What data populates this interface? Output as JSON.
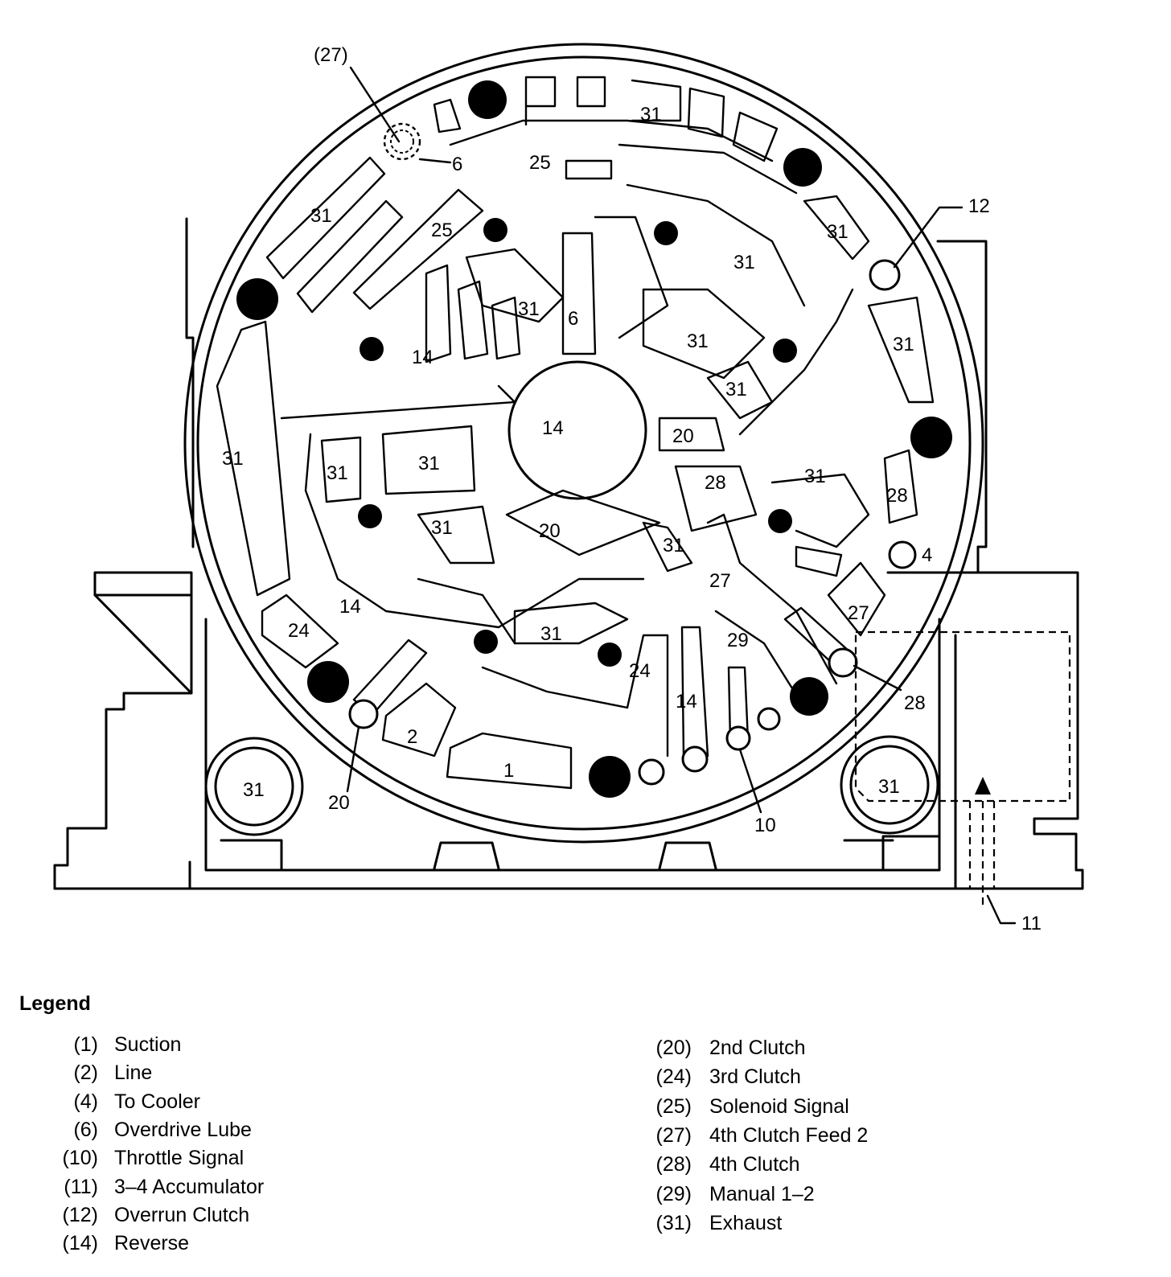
{
  "diagram": {
    "callouts": [
      "(27)",
      "12",
      "4",
      "11",
      "28",
      "10",
      "20"
    ],
    "channel_labels": {
      "c31": "31",
      "c25": "25",
      "c6": "6",
      "c14": "14",
      "c20": "20",
      "c28": "28",
      "c27": "27",
      "c24": "24",
      "c29": "29",
      "c2": "2",
      "c1": "1"
    }
  },
  "legend": {
    "title": "Legend",
    "left": [
      {
        "num": "(1)",
        "desc": "Suction"
      },
      {
        "num": "(2)",
        "desc": "Line"
      },
      {
        "num": "(4)",
        "desc": "To Cooler"
      },
      {
        "num": "(6)",
        "desc": "Overdrive Lube"
      },
      {
        "num": "(10)",
        "desc": "Throttle Signal"
      },
      {
        "num": "(11)",
        "desc": "3–4 Accumulator"
      },
      {
        "num": "(12)",
        "desc": "Overrun Clutch"
      },
      {
        "num": "(14)",
        "desc": "Reverse"
      }
    ],
    "right": [
      {
        "num": "(20)",
        "desc": "2nd Clutch"
      },
      {
        "num": "(24)",
        "desc": "3rd Clutch"
      },
      {
        "num": "(25)",
        "desc": "Solenoid Signal"
      },
      {
        "num": "(27)",
        "desc": "4th Clutch Feed 2"
      },
      {
        "num": "(28)",
        "desc": "4th Clutch"
      },
      {
        "num": "(29)",
        "desc": "Manual 1–2"
      },
      {
        "num": "(31)",
        "desc": "Exhaust"
      }
    ]
  }
}
